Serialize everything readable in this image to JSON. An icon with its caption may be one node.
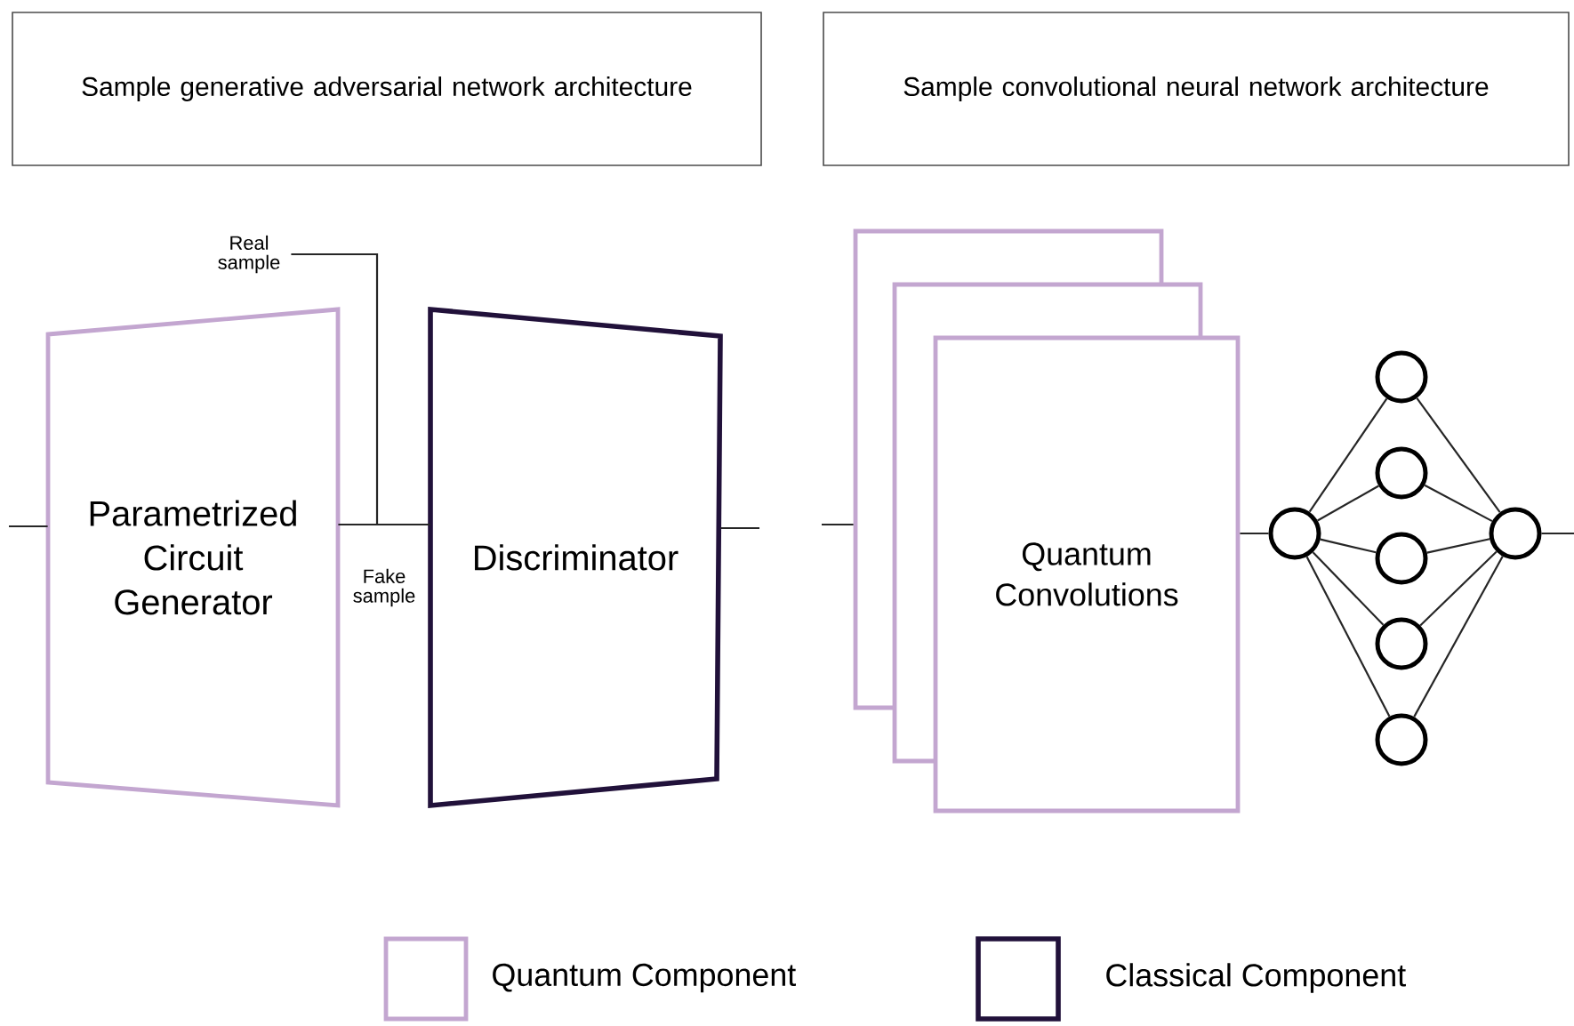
{
  "diagram": {
    "nodes": [
      {
        "text": [
          "Sample generative adversarial network architecture"
        ]
      },
      {
        "text": [
          "Sample convolutional neural network architecture"
        ]
      },
      {
        "text": [
          "Real sample"
        ]
      },
      {
        "text": [
          "Parametrized Circuit Generator"
        ]
      },
      {
        "text": [
          "Discriminator"
        ]
      },
      {
        "text": [
          "Quantum Convolutions"
        ]
      },
      {
        "text": [],
        "shape": "box"
      },
      {
        "text": [],
        "shape": "box"
      },
      {
        "text": [],
        "shape": "circle"
      },
      {
        "text": [],
        "shape": "circle"
      },
      {
        "text": [],
        "shape": "circle"
      },
      {
        "text": [],
        "shape": "circle"
      },
      {
        "text": [],
        "shape": "circle"
      },
      {
        "text": [],
        "shape": "circle"
      },
      {
        "text": [],
        "shape": "circle"
      }
    ],
    "edges": [
      {
        "from": null,
        "to": 3,
        "arrow": "none"
      },
      {
        "from": 3,
        "to": 4,
        "arrow": "none",
        "label": "Fake sample"
      },
      {
        "from": 2,
        "to": 4,
        "arrow": "none"
      },
      {
        "from": 4,
        "to": null,
        "arrow": "none"
      },
      {
        "from": null,
        "to": 7,
        "arrow": "none"
      },
      {
        "from": 5,
        "to": 8,
        "arrow": "none"
      },
      {
        "from": 8,
        "to": 9,
        "arrow": "none"
      },
      {
        "from": 8,
        "to": 10,
        "arrow": "none"
      },
      {
        "from": 8,
        "to": 11,
        "arrow": "none"
      },
      {
        "from": 8,
        "to": 12,
        "arrow": "none"
      },
      {
        "from": 8,
        "to": 13,
        "arrow": "none"
      },
      {
        "from": 9,
        "to": 14,
        "arrow": "none"
      },
      {
        "from": 10,
        "to": 14,
        "arrow": "none"
      },
      {
        "from": 11,
        "to": 14,
        "arrow": "none"
      },
      {
        "from": 12,
        "to": 14,
        "arrow": "none"
      },
      {
        "from": 13,
        "to": 14,
        "arrow": "none"
      },
      {
        "from": 14,
        "to": null,
        "arrow": "none"
      }
    ],
    "legend": [
      {
        "text": "Quantum Component",
        "color": "#c3a6d0"
      },
      {
        "text": "Classical Component",
        "color": "#21113a"
      }
    ]
  }
}
